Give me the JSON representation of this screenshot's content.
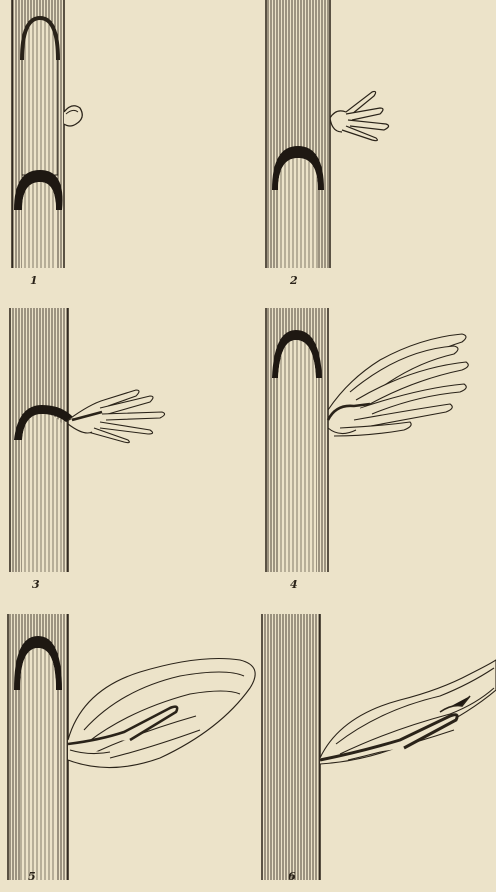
{
  "plate": {
    "paper_color": "#ece3c9",
    "ink_color": "#2a2319",
    "figures": [
      {
        "label": "1",
        "stage_icon": "bud-emerging"
      },
      {
        "label": "2",
        "stage_icon": "bud-forming-leaflets"
      },
      {
        "label": "3",
        "stage_icon": "bud-opening"
      },
      {
        "label": "4",
        "stage_icon": "bud-leaves-spreading"
      },
      {
        "label": "5",
        "stage_icon": "bud-elongating"
      },
      {
        "label": "6",
        "stage_icon": "bud-mature-shoot"
      }
    ]
  }
}
